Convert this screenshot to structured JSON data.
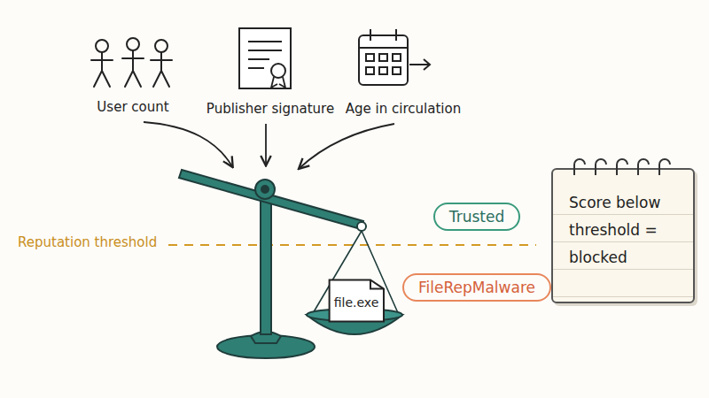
{
  "diagram": {
    "nodes": [
      {
        "text": [
          "Trusted"
        ]
      },
      {
        "text": [
          "FileRepMalware"
        ]
      },
      {
        "text": [
          "file.exe"
        ]
      },
      {
        "text": [
          "Score below threshold = blocked"
        ]
      }
    ],
    "labels": [
      "User count",
      "Publisher signature",
      "Age in circulation",
      "Reputation threshold"
    ]
  }
}
